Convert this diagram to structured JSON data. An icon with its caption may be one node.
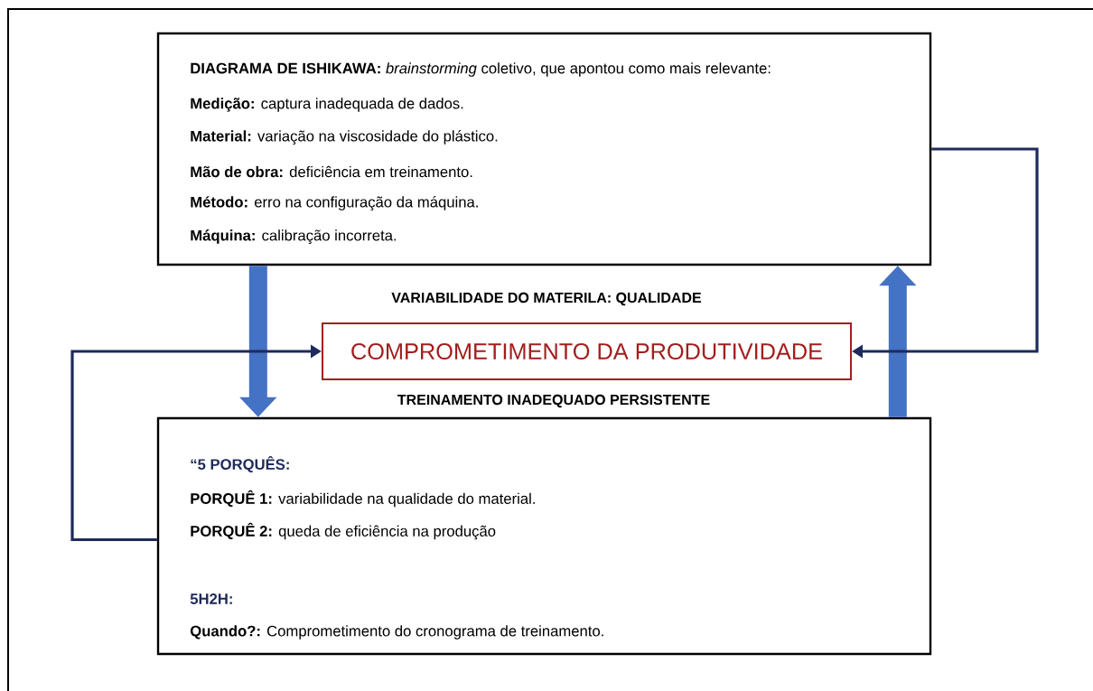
{
  "diagram": {
    "nodes": [
      {
        "text": [
          "**DIAGRAMA DE ISHIKAWA:** *brainstorming* coletivo, que apontou como mais relevante:",
          "**Medição:** captura inadequada de dados.",
          "**Material:** variação na viscosidade do plástico.",
          "**Mão de obra:** deficiência em treinamento.",
          "**Método:** erro na configuração da máquina.",
          "**Máquina:** calibração incorreta."
        ]
      },
      {
        "text": [
          "COMPROMETIMENTO DA PRODUTIVIDADE"
        ]
      },
      {
        "text": [
          "“5 PORQUÊS:",
          "**PORQUÊ 1:** variabilidade na qualidade do material.",
          "**PORQUÊ 2:** queda de eficiência na produção",
          "5H2H:",
          "**Quando?:** Comprometimento do cronograma de treinamento."
        ]
      }
    ],
    "edges": [
      {
        "from": 0,
        "to": 2,
        "arrow": "to",
        "style": "thick",
        "color": "#4472c4"
      },
      {
        "from": 2,
        "to": 0,
        "arrow": "to",
        "style": "thick",
        "color": "#4472c4"
      },
      {
        "from": 0,
        "to": 1,
        "arrow": "to",
        "color": "#1f2a5c"
      },
      {
        "from": 2,
        "to": 1,
        "arrow": "to",
        "color": "#1f2a5c"
      }
    ],
    "labels": [
      "VARIABILIDADE DO MATERILA: QUALIDADE",
      "TREINAMENTO INADEQUADO PERSISTENTE"
    ]
  }
}
